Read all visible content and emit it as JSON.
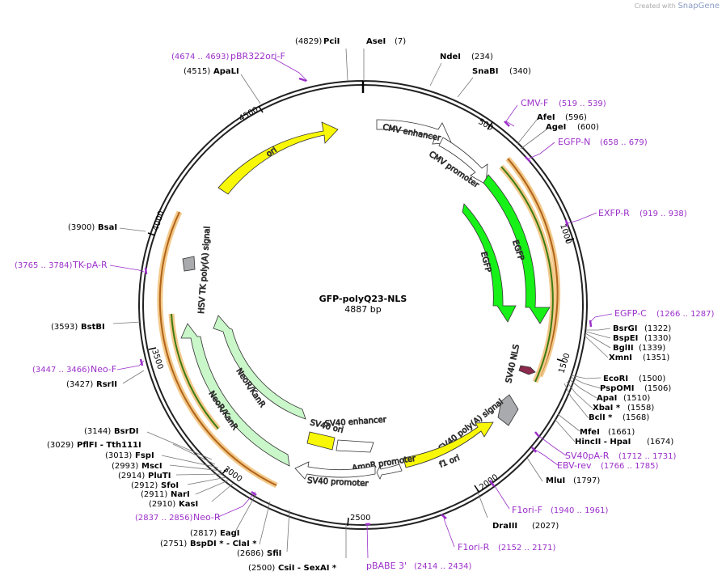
{
  "credit": {
    "prefix": "Created with",
    "brand": "SnapGene"
  },
  "plasmid": {
    "name": "GFP-polyQ23-NLS",
    "length": "4887 bp"
  },
  "colors": {
    "backbone": "#222222",
    "yellow": "#f7f707",
    "green": "#17f117",
    "light_green": "#c9f7c9",
    "orange_primer": "#d98a1a",
    "dark_green_primer": "#4a8a1a",
    "primer_label": "#9b30c9",
    "nls": "#8b2a4d",
    "signal": "#a8aaad"
  },
  "ticks": [
    "500",
    "1000",
    "1500",
    "2000",
    "2500",
    "3000",
    "3500",
    "4000",
    "4500"
  ],
  "features": [
    {
      "label": "ori",
      "type": "yellow"
    },
    {
      "label": "CMV enhancer",
      "type": "white"
    },
    {
      "label": "CMV promoter",
      "type": "white"
    },
    {
      "label": "EGFP",
      "type": "green"
    },
    {
      "label": "EGFP",
      "type": "green"
    },
    {
      "label": "SV40 NLS",
      "type": "nls"
    },
    {
      "label": "SV40 poly(A) signal",
      "type": "grey"
    },
    {
      "label": "f1 ori",
      "type": "yellow"
    },
    {
      "label": "AmpR promoter",
      "type": "white"
    },
    {
      "label": "SV40 promoter",
      "type": "white"
    },
    {
      "label": "SV40 enhancer",
      "type": "white"
    },
    {
      "label": "SV40 ori",
      "type": "yellow"
    },
    {
      "label": "NeoR/KanR",
      "type": "light_green"
    },
    {
      "label": "NeoR/KanR",
      "type": "light_green"
    },
    {
      "label": "HSV TK poly(A) signal",
      "type": "grey"
    }
  ],
  "sites": [
    {
      "pos": "(4829)",
      "name": "PciI"
    },
    {
      "pos": "(7)",
      "name": "AseI"
    },
    {
      "pos": "(234)",
      "name": "NdeI"
    },
    {
      "pos": "(340)",
      "name": "SnaBI"
    },
    {
      "pos": "(4515)",
      "name": "ApaLI"
    },
    {
      "pos": "(596)",
      "name": "AfeI"
    },
    {
      "pos": "(600)",
      "name": "AgeI"
    },
    {
      "pos": "(1322)",
      "name": "BsrGI"
    },
    {
      "pos": "(1330)",
      "name": "BspEI"
    },
    {
      "pos": "(1339)",
      "name": "BglII"
    },
    {
      "pos": "(1351)",
      "name": "XmnI"
    },
    {
      "pos": "(1500)",
      "name": "EcoRI"
    },
    {
      "pos": "(1506)",
      "name": "PspOMI"
    },
    {
      "pos": "(1510)",
      "name": "ApaI"
    },
    {
      "pos": "(1558)",
      "name": "XbaI *"
    },
    {
      "pos": "(1568)",
      "name": "BclI *"
    },
    {
      "pos": "(1661)",
      "name": "MfeI"
    },
    {
      "pos": "(1674)",
      "name": "HincII - HpaI"
    },
    {
      "pos": "(1797)",
      "name": "MluI"
    },
    {
      "pos": "(2027)",
      "name": "DraIII"
    },
    {
      "pos": "(3900)",
      "name": "BsaI"
    },
    {
      "pos": "(3593)",
      "name": "BstBI"
    },
    {
      "pos": "(3427)",
      "name": "RsrII"
    },
    {
      "pos": "(3144)",
      "name": "BsrDI"
    },
    {
      "pos": "(3029)",
      "name": "PflFI - Tth111I"
    },
    {
      "pos": "(3013)",
      "name": "FspI"
    },
    {
      "pos": "(2993)",
      "name": "MscI"
    },
    {
      "pos": "(2914)",
      "name": "PluTI"
    },
    {
      "pos": "(2912)",
      "name": "SfoI"
    },
    {
      "pos": "(2911)",
      "name": "NarI"
    },
    {
      "pos": "(2910)",
      "name": "KasI"
    },
    {
      "pos": "(2817)",
      "name": "EagI"
    },
    {
      "pos": "(2751)",
      "name": "BspDI * - ClaI *"
    },
    {
      "pos": "(2686)",
      "name": "SfiI"
    },
    {
      "pos": "(2500)",
      "name": "CsiI - SexAI *"
    }
  ],
  "primers": [
    {
      "name": "pBR322ori-F",
      "range": "(4674 .. 4693)"
    },
    {
      "name": "CMV-F",
      "range": "(519 .. 539)"
    },
    {
      "name": "EGFP-N",
      "range": "(658 .. 679)"
    },
    {
      "name": "EXFP-R",
      "range": "(919 .. 938)"
    },
    {
      "name": "EGFP-C",
      "range": "(1266 .. 1287)"
    },
    {
      "name": "SV40pA-R",
      "range": "(1712 .. 1731)"
    },
    {
      "name": "EBV-rev",
      "range": "(1766 .. 1785)"
    },
    {
      "name": "F1ori-F",
      "range": "(1940 .. 1961)"
    },
    {
      "name": "F1ori-R",
      "range": "(2152 .. 2171)"
    },
    {
      "name": "pBABE 3'",
      "range": "(2414 .. 2434)"
    },
    {
      "name": "Neo-R",
      "range": "(2837 .. 2856)"
    },
    {
      "name": "Neo-F",
      "range": "(3447 .. 3466)"
    },
    {
      "name": "TK-pA-R",
      "range": "(3765 .. 3784)"
    }
  ]
}
